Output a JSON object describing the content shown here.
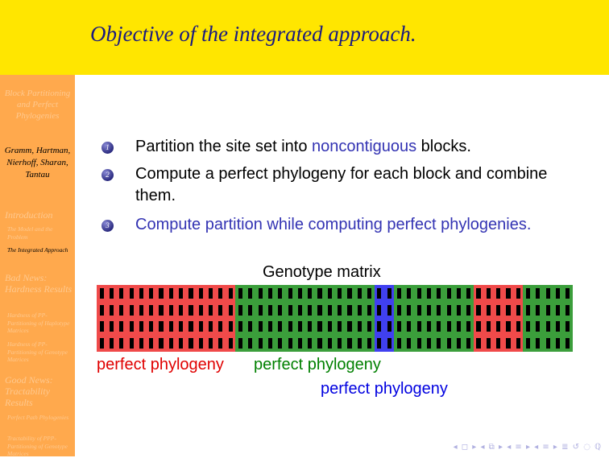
{
  "slide": {
    "title": "Objective of the integrated approach."
  },
  "sidebar": {
    "title": "Block Partitioning and Perfect Phylogenies",
    "authors": "Gramm, Hartman, Nierhoff, Sharan, Tantau",
    "sections": [
      {
        "label": "Introduction",
        "subs": [
          "The Model and the Problem",
          "The Integrated Approach"
        ]
      },
      {
        "label": "Bad News: Hardness Results",
        "subs": [
          "Hardness of PP-Partitioning of Haplotype Matrices",
          "Hardness of PP-Partitioning of Genotype Matrices"
        ]
      },
      {
        "label": "Good News: Tractability Results",
        "subs": [
          "Perfect Path Phylogenies",
          "Tractability of PPP-Partitioning of Genotype Matrices"
        ]
      }
    ],
    "active_sub": "The Integrated Approach"
  },
  "bullets": [
    {
      "num": "1",
      "pre": "Partition the site set into ",
      "hl": "noncontiguous",
      "post": " blocks."
    },
    {
      "num": "2",
      "pre": "Compute a perfect phylogeny for each block and combine them.",
      "hl": "",
      "post": ""
    },
    {
      "num": "3",
      "pre": "",
      "hl": "Compute partition while computing perfect phylogenies.",
      "post": ""
    }
  ],
  "matrix": {
    "title": "Genotype matrix",
    "rows": 4,
    "blocks": [
      {
        "color": "#f04a4a",
        "cols": 14
      },
      {
        "color": "#3b9e3b",
        "cols": 14
      },
      {
        "color": "#4040f0",
        "cols": 2
      },
      {
        "color": "#3b9e3b",
        "cols": 8
      },
      {
        "color": "#f04a4a",
        "cols": 5
      },
      {
        "color": "#3b9e3b",
        "cols": 5
      }
    ]
  },
  "labels": {
    "pp_red": "perfect phylogeny",
    "pp_green": "perfect phylogeny",
    "pp_blue": "perfect phylogeny"
  },
  "colors": {
    "red": "#e00000",
    "green": "#008000",
    "blue": "#0000e0",
    "highlight": "#3333b3"
  },
  "nav": {
    "symbols": "◂ ◻ ▸ ◂ ⧉ ▸ ◂ ≡ ▸ ◂ ≡ ▸ ≣ ↺ ◌ ℚ"
  }
}
